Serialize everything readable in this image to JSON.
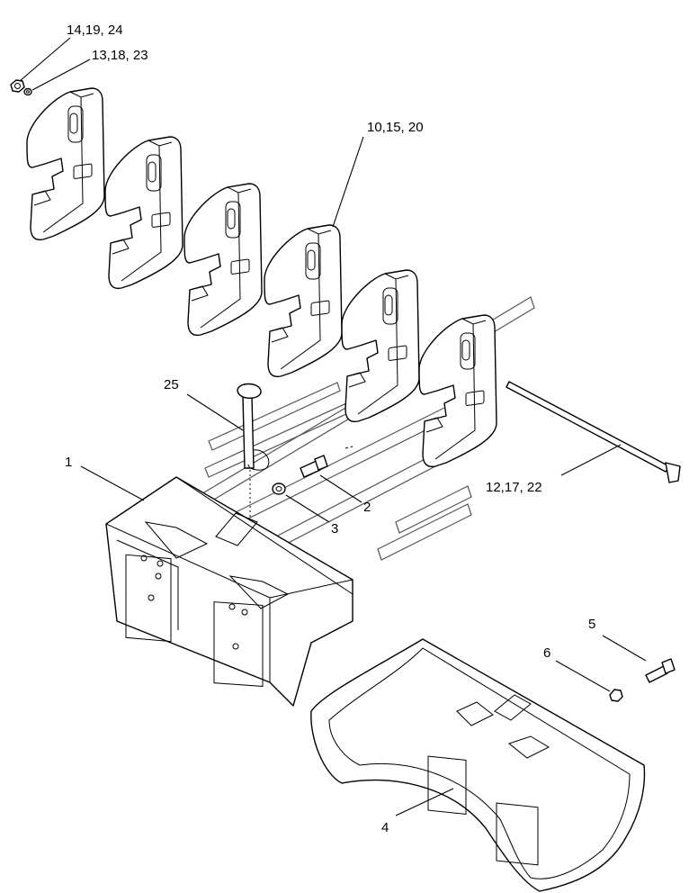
{
  "callouts": [
    {
      "id": "c-14-19-24",
      "text": "14,19, 24"
    },
    {
      "id": "c-13-18-23",
      "text": "13,18, 23"
    },
    {
      "id": "c-10-15-20",
      "text": "10,15, 20"
    },
    {
      "id": "c-25",
      "text": "25"
    },
    {
      "id": "c-1",
      "text": "1"
    },
    {
      "id": "c-2",
      "text": "2"
    },
    {
      "id": "c-3",
      "text": "3"
    },
    {
      "id": "c-12-17-22",
      "text": "12,17, 22"
    },
    {
      "id": "c-5",
      "text": "5"
    },
    {
      "id": "c-6",
      "text": "6"
    },
    {
      "id": "c-4",
      "text": "4"
    }
  ]
}
